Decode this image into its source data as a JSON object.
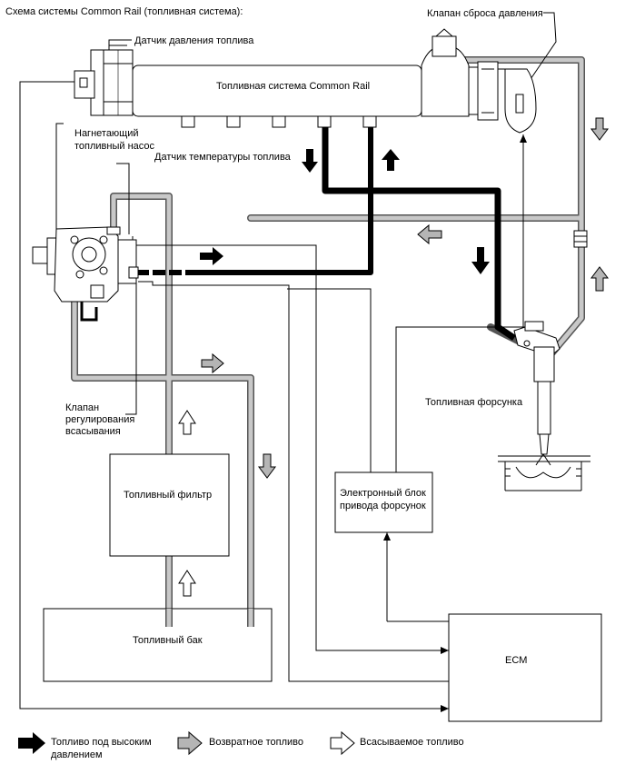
{
  "title": "Схема системы Common Rail (топливная система):",
  "labels": {
    "pressure_relief_valve": "Клапан сброса давления",
    "fuel_pressure_sensor": "Датчик давления топлива",
    "common_rail": "Топливная система Common Rail",
    "supply_pump_line1": "Нагнетающий",
    "supply_pump_line2": "топливный насос",
    "fuel_temp_sensor": "Датчик температуры топлива",
    "suction_valve_line1": "Клапан",
    "suction_valve_line2": "регулирования",
    "suction_valve_line3": "всасывания",
    "injector": "Топливная форсунка",
    "fuel_filter": "Топливный фильтр",
    "edu_line1": "Электронный блок",
    "edu_line2": "привода форсунок",
    "fuel_tank": "Топливный бак",
    "ecm": "ECM"
  },
  "legend": {
    "high_pressure_line1": "Топливо под высоким",
    "high_pressure_line2": "давлением",
    "return_fuel": "Возвратное топливо",
    "suction_fuel": "Всасываемое топливо"
  },
  "colors": {
    "high_pressure": "#000000",
    "return_pipe": "#8c8c8c",
    "return_arrow": "#a6a6a6",
    "suction_arrow": "#ffffff"
  }
}
